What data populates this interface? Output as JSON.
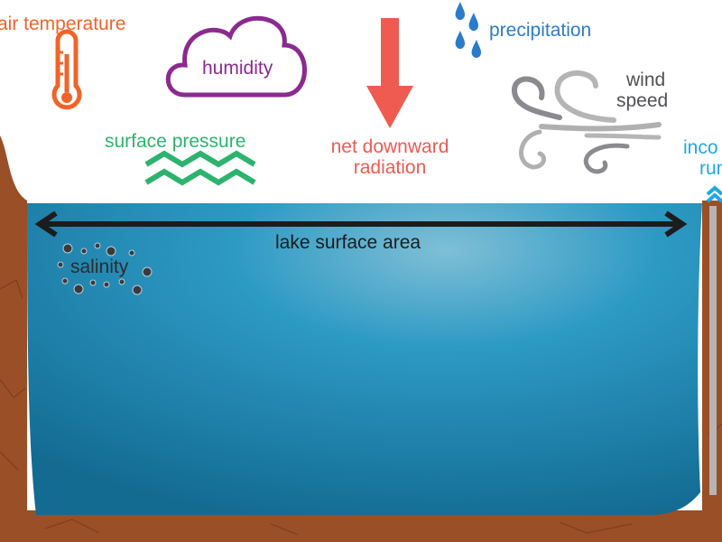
{
  "labels": {
    "air_temperature": "air temperature",
    "humidity": "humidity",
    "precipitation": "precipitation",
    "wind_speed_line1": "wind",
    "wind_speed_line2": "speed",
    "surface_pressure": "surface pressure",
    "net_downward_radiation_line1": "net downward",
    "net_downward_radiation_line2": "radiation",
    "incoming_runoff_line1": "inco",
    "incoming_runoff_line2": "run",
    "lake_surface_area": "lake surface area",
    "salinity": "salinity"
  },
  "colors": {
    "air_temperature": "#f0642a",
    "humidity": "#8b2a8f",
    "precipitation": "#2a7cc7",
    "wind": "#9a9a9a",
    "surface_pressure": "#2db36e",
    "radiation": "#ef5b50",
    "runoff": "#1fa8e6",
    "lake": "#1e7fa8",
    "soil": "#9a4f26"
  }
}
